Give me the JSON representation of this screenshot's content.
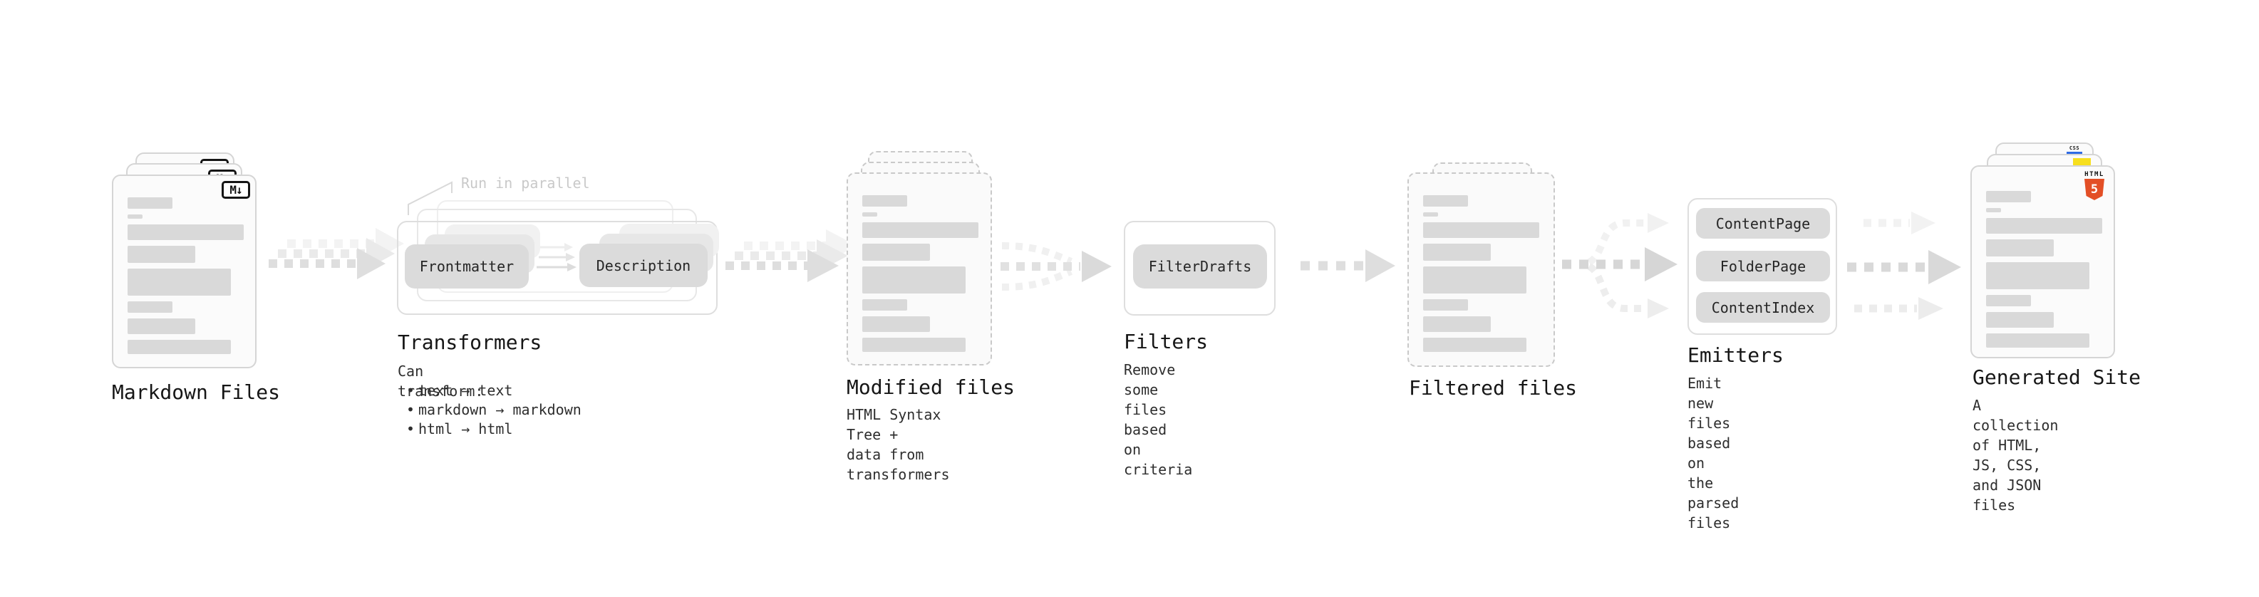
{
  "stages": {
    "markdown_files": {
      "label": "Markdown Files",
      "badge": "M↓",
      "file_count": 3
    },
    "transformers": {
      "label": "Transformers",
      "note": "Run in parallel",
      "pill_left": "Frontmatter",
      "pill_right": "Description",
      "desc_title": "Can transform:",
      "bullet_char": "•",
      "bullets": [
        "text → text",
        "markdown → markdown",
        "html → html"
      ]
    },
    "modified_files": {
      "label": "Modified files",
      "desc": "HTML Syntax Tree +\ndata from transformers"
    },
    "filters": {
      "label": "Filters",
      "pill": "FilterDrafts",
      "desc": "Remove some files based\non criteria"
    },
    "filtered_files": {
      "label": "Filtered files"
    },
    "emitters": {
      "label": "Emitters",
      "pills": [
        "ContentPage",
        "FolderPage",
        "ContentIndex"
      ],
      "desc": "Emit new files based on\nthe parsed files"
    },
    "generated_site": {
      "label": "Generated Site",
      "desc": "A collection of HTML,\nJS, CSS, and JSON files",
      "badges": {
        "html_label": "HTML",
        "html_number": "5",
        "css_label": "CSS"
      }
    }
  },
  "colors": {
    "html5_orange": "#e34f26",
    "js_yellow": "#f7df1e",
    "css_blue": "#2f6be4",
    "skeleton_gray": "#d9d9d9",
    "pill_gray": "#dbdbdb",
    "arrow_gray": "#dedede",
    "note_gray": "#c9c9c9"
  }
}
